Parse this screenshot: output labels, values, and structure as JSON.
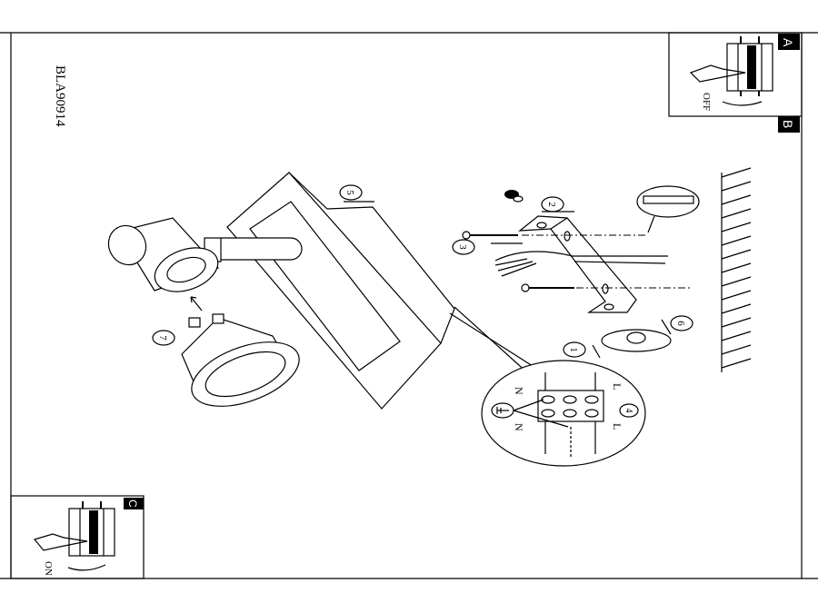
{
  "document": {
    "model_code": "BLA90914",
    "panels": [
      {
        "tag": "A",
        "switch_state": "OFF"
      },
      {
        "tag": "B"
      },
      {
        "tag": "C",
        "switch_state": "ON"
      }
    ],
    "steps": [
      "1",
      "2",
      "3",
      "4",
      "5",
      "6",
      "7"
    ],
    "terminal_labels": {
      "left_top": "N",
      "left_bottom": "N",
      "right_top": "L",
      "right_bottom": "L"
    }
  }
}
